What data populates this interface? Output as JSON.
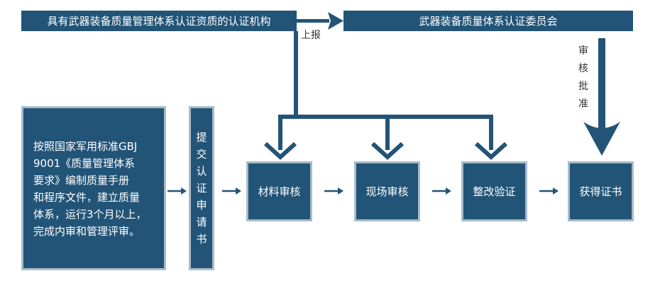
{
  "org_box": "具有武器装备质量管理体系认证资质的认证机构",
  "committee_box": "武器装备质量体系认证委员会",
  "report_label": "上报",
  "approve_label": [
    "审",
    "核",
    "批",
    "准"
  ],
  "requirement_box": [
    "按照国家军用标准GBJ",
    "9001《质量管理体系",
    "要求》编制质量手册",
    "和程序文件，建立质量",
    "体系，运行3个月以上，",
    "完成内审和管理评审。"
  ],
  "apply_box": [
    "提",
    "交",
    "认",
    "证",
    "申",
    "请",
    "书"
  ],
  "steps": [
    "材料审核",
    "现场审核",
    "整改验证",
    "获得证书"
  ],
  "colors": {
    "box_fill": "#225477",
    "box_frame": "#a7bccb",
    "text_on_box": "#ffffff",
    "arrow": "#225477"
  }
}
